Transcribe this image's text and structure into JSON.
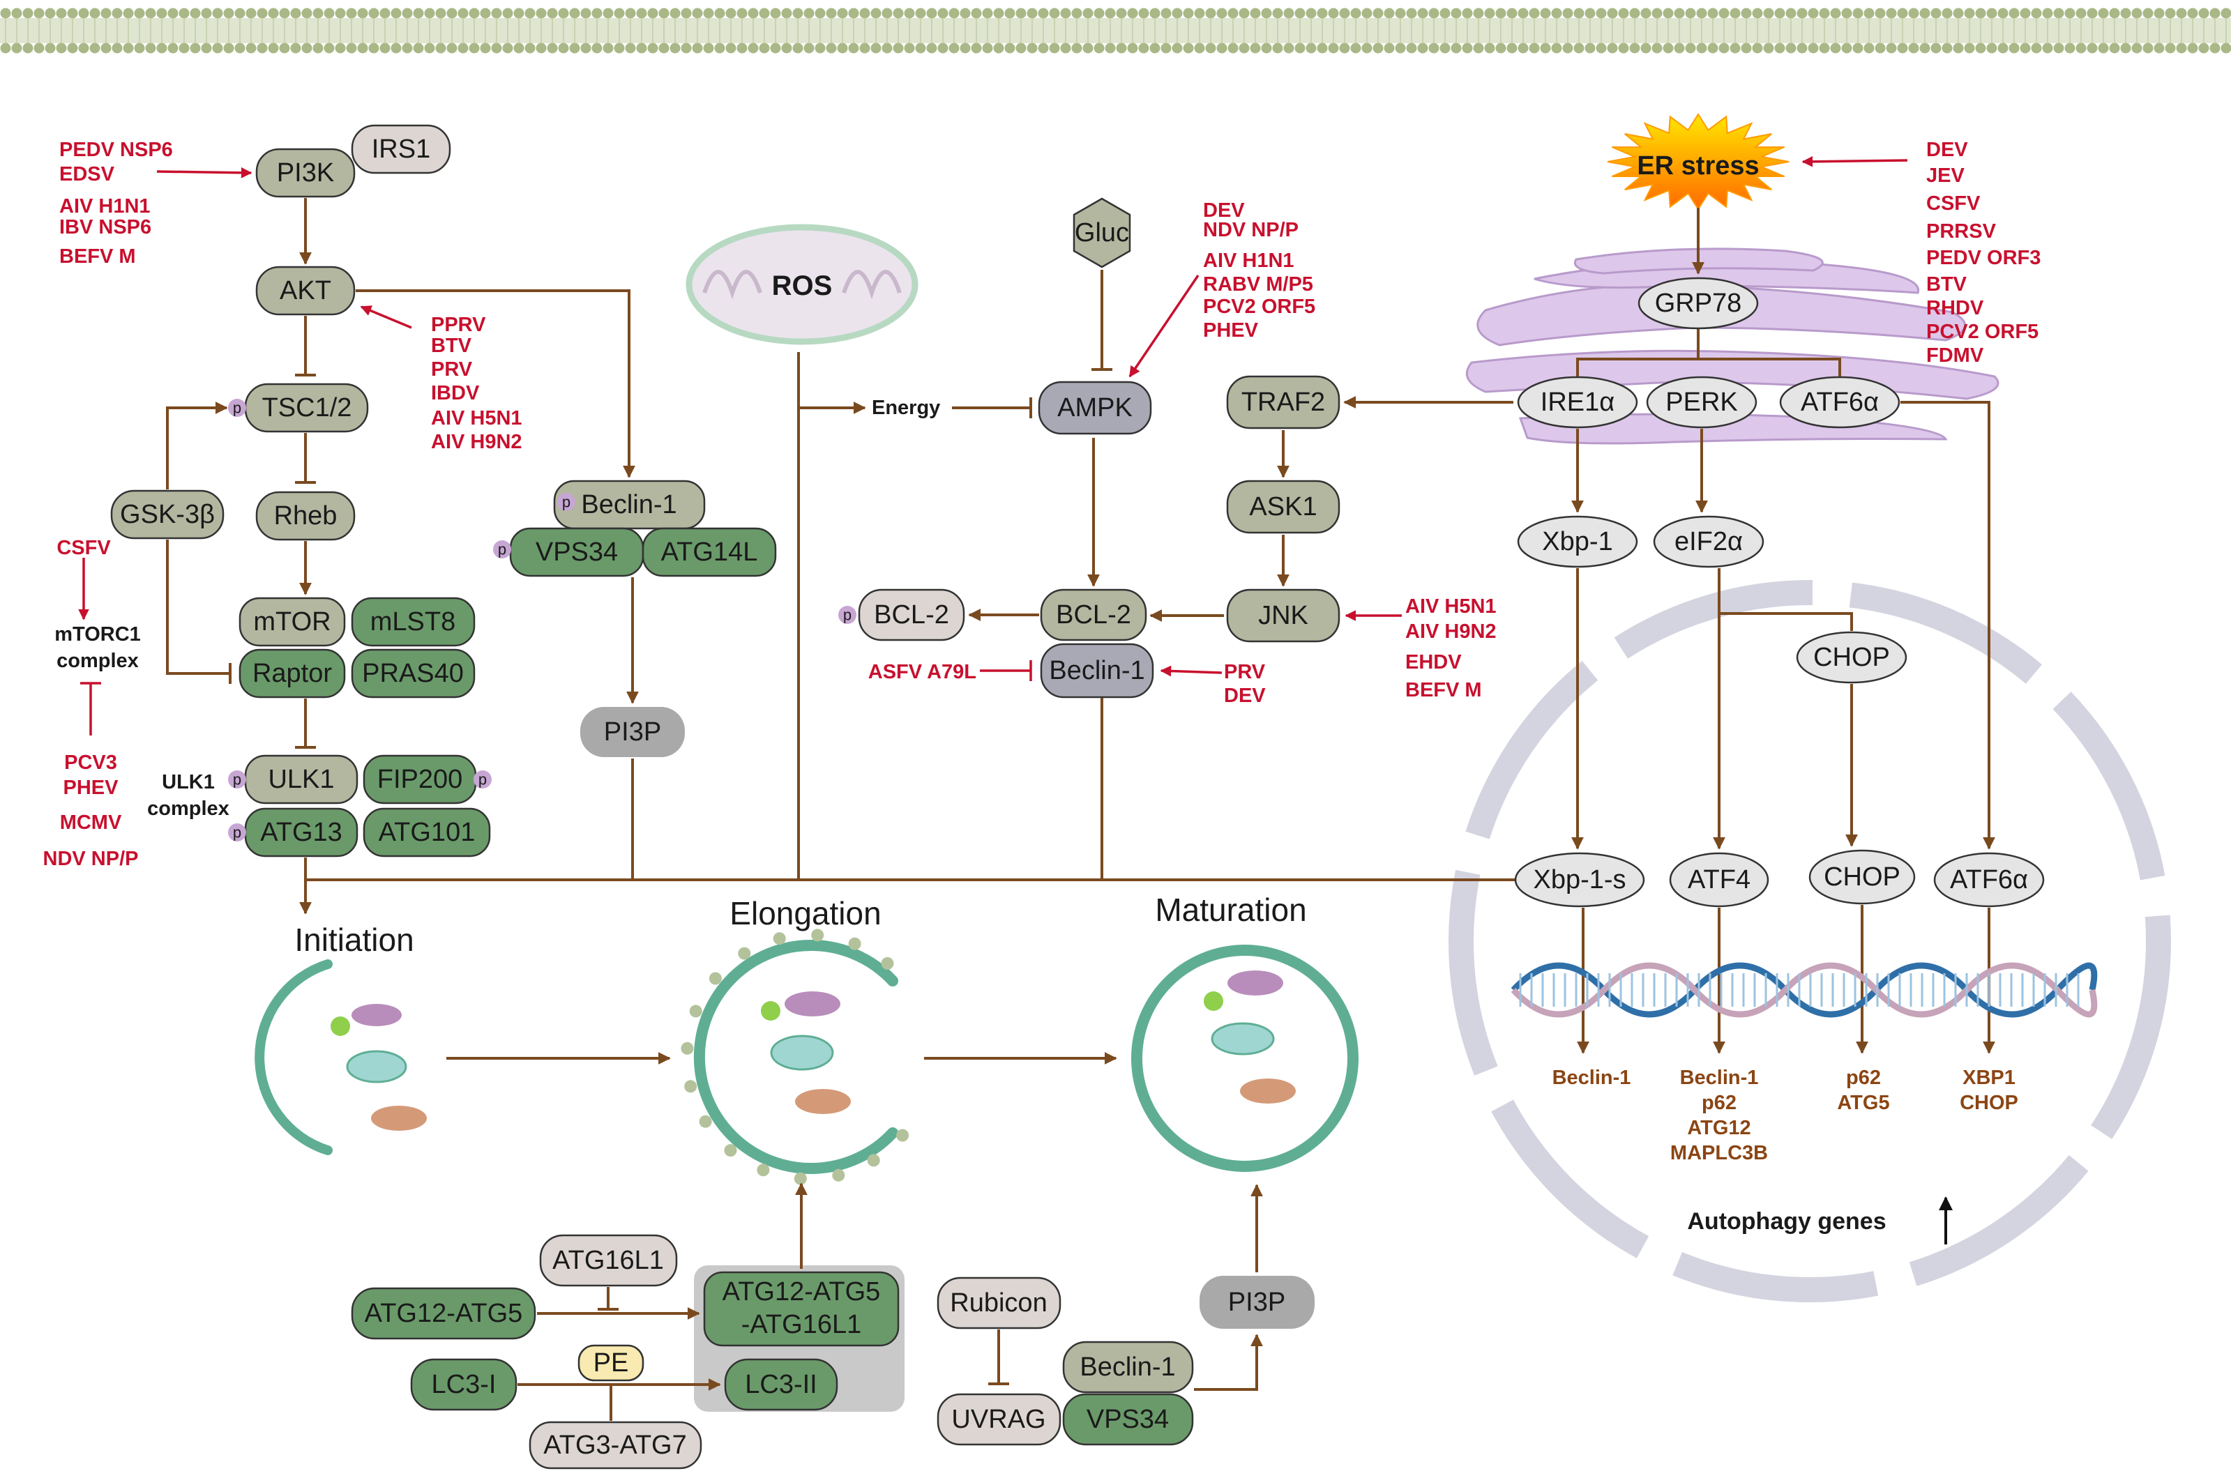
{
  "stages": {
    "initiation": "Initiation",
    "elongation": "Elongation",
    "maturation": "Maturation"
  },
  "nodes": {
    "irs1": "IRS1",
    "pi3k": "PI3K",
    "akt": "AKT",
    "tsc": "TSC1/2",
    "rheb": "Rheb",
    "gsk": "GSK-3β",
    "mtor": "mTOR",
    "mlst8": "mLST8",
    "raptor": "Raptor",
    "pras40": "PRAS40",
    "ulk1": "ULK1",
    "fip200": "FIP200",
    "atg13": "ATG13",
    "atg101": "ATG101",
    "beclin_top": "Beclin-1",
    "vps34_top": "VPS34",
    "atg14l": "ATG14L",
    "pi3p_top": "PI3P",
    "ros": "ROS",
    "energy": "Energy",
    "gluc": "Gluc",
    "ampk": "AMPK",
    "bcl2_p": "BCL-2",
    "bcl2": "BCL-2",
    "beclin_mid": "Beclin-1",
    "traf2": "TRAF2",
    "ask1": "ASK1",
    "jnk": "JNK",
    "er_stress": "ER stress",
    "grp78": "GRP78",
    "ire1": "IRE1α",
    "perk": "PERK",
    "atf6": "ATF6α",
    "xbp1": "Xbp-1",
    "eif2a": "eIF2α",
    "chop_mid": "CHOP",
    "xbp1s": "Xbp-1-s",
    "atf4": "ATF4",
    "chop_bot": "CHOP",
    "atf6_bot": "ATF6α",
    "atg16l1": "ATG16L1",
    "atg12_atg5": "ATG12-ATG5",
    "complex_line1": "ATG12-ATG5",
    "complex_line2": "-ATG16L1",
    "lc3i": "LC3-I",
    "pe": "PE",
    "lc3ii": "LC3-II",
    "atg3_atg7": "ATG3-ATG7",
    "rubicon": "Rubicon",
    "uvrag": "UVRAG",
    "beclin_bot": "Beclin-1",
    "vps34_bot": "VPS34",
    "pi3p_bot": "PI3P"
  },
  "complexes": {
    "mtorc1_line1": "mTORC1",
    "mtorc1_line2": "complex",
    "ulk1_line1": "ULK1",
    "ulk1_line2": "complex"
  },
  "phospho_label": "p",
  "viral": {
    "pi3k": [
      "PEDV NSP6",
      "EDSV",
      "AIV H1N1",
      "IBV NSP6",
      "BEFV M"
    ],
    "akt": [
      "PPRV",
      "BTV",
      "PRV",
      "IBDV",
      "AIV H5N1",
      "AIV H9N2"
    ],
    "mtorc1_pos": [
      "CSFV"
    ],
    "mtorc1_neg": [
      "PCV3",
      "PHEV",
      "MCMV",
      "NDV NP/P"
    ],
    "ampk": [
      "DEV",
      "NDV NP/P",
      "AIV H1N1",
      "RABV M/P5",
      "PCV2 ORF5",
      "PHEV"
    ],
    "beclin_neg": [
      "ASFV A79L"
    ],
    "beclin_pos": [
      "PRV",
      "DEV"
    ],
    "jnk": [
      "AIV H5N1",
      "AIV H9N2",
      "EHDV",
      "BEFV M"
    ],
    "er": [
      "DEV",
      "JEV",
      "CSFV",
      "PRRSV",
      "PEDV ORF3",
      "BTV",
      "RHDV",
      "PCV2 ORF5",
      "FDMV"
    ]
  },
  "genes": {
    "xbp1s": [
      "Beclin-1"
    ],
    "atf4": [
      "Beclin-1",
      "p62",
      "ATG12",
      "MAPLC3B"
    ],
    "chop": [
      "p62",
      "ATG5"
    ],
    "atf6": [
      "XBP1",
      "CHOP"
    ]
  },
  "autophagy_genes": "Autophagy genes",
  "colors": {
    "green": "#6a9a6a",
    "olive": "#b3b7a0",
    "lightgray": "#ccc8c4",
    "purple_p": "#c7a6d4",
    "red": "#c8102e",
    "brown": "#7a4a1f",
    "membrane": "#5fae94",
    "nucleus": "#d4d4e0"
  }
}
